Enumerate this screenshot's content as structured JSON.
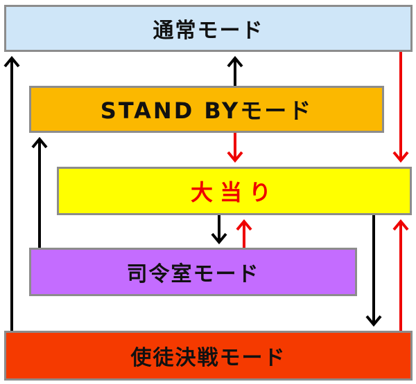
{
  "diagram": {
    "modes": {
      "normal": "通常モード",
      "standby": "STAND BYモード",
      "jackpot": "大当り",
      "command": "司令室モード",
      "apostle": "使徒決戦モード"
    },
    "colors": {
      "normal": "#cfe6f8",
      "standby": "#fbb800",
      "jackpot": "#ffff00",
      "jackpot_text": "#ee0000",
      "command": "#c46cff",
      "apostle": "#f53a00",
      "arrow_black": "#000000",
      "arrow_red": "#ee0000"
    },
    "transitions": [
      {
        "from": "standby",
        "to": "normal",
        "color": "black"
      },
      {
        "from": "standby",
        "to": "jackpot",
        "color": "red"
      },
      {
        "from": "normal",
        "to": "jackpot",
        "color": "red"
      },
      {
        "from": "jackpot",
        "to": "command",
        "color": "black"
      },
      {
        "from": "command",
        "to": "jackpot",
        "color": "red"
      },
      {
        "from": "command",
        "to": "standby",
        "color": "black"
      },
      {
        "from": "apostle",
        "to": "normal",
        "color": "black"
      },
      {
        "from": "jackpot",
        "to": "apostle",
        "color": "black"
      },
      {
        "from": "apostle",
        "to": "jackpot",
        "color": "red"
      }
    ]
  }
}
